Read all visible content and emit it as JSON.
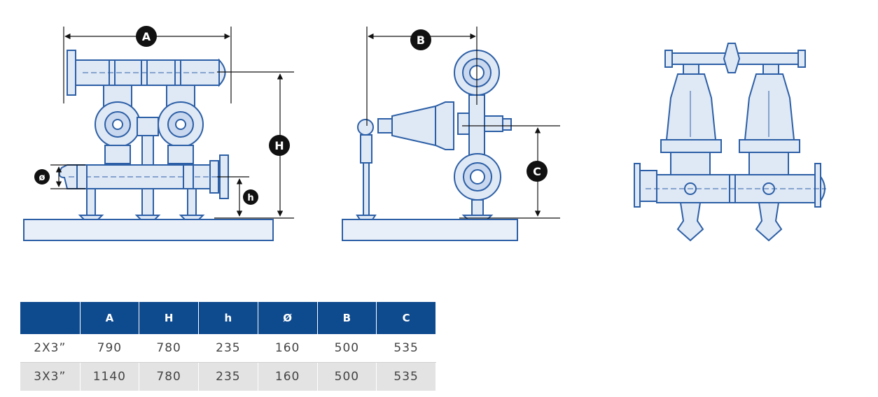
{
  "labels": {
    "A": "A",
    "B": "B",
    "C": "C",
    "H": "H",
    "h": "h",
    "phi": "ø"
  },
  "colors": {
    "line": "#2c5fa6",
    "fill": "#c9d8ee",
    "header": "#0e4a8e",
    "badge": "#111111"
  },
  "table": {
    "headers": [
      "",
      "A",
      "H",
      "h",
      "Ø",
      "B",
      "C"
    ],
    "rows": [
      [
        "2X3”",
        "790",
        "780",
        "235",
        "160",
        "500",
        "535"
      ],
      [
        "3X3”",
        "1140",
        "780",
        "235",
        "160",
        "500",
        "535"
      ]
    ]
  }
}
